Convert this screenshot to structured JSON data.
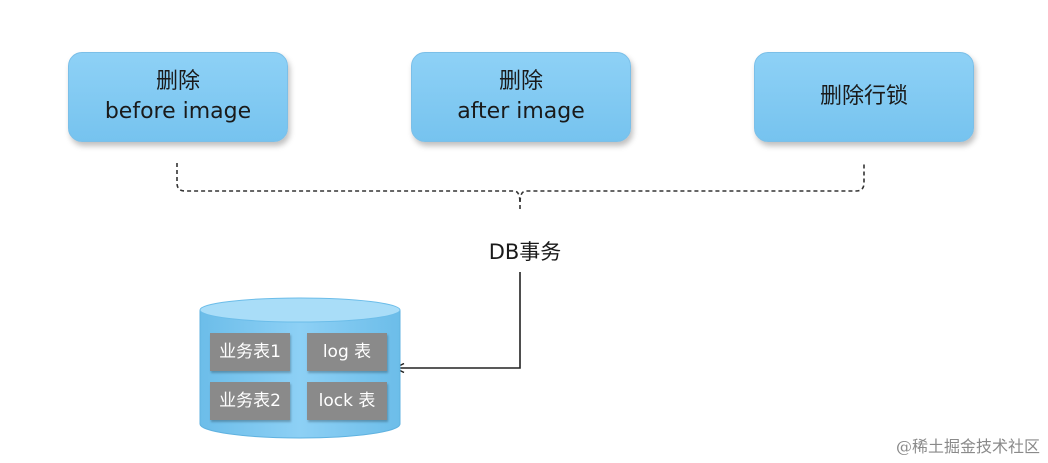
{
  "steps": [
    {
      "line1": "删除",
      "line2": "before image"
    },
    {
      "line1": "删除",
      "line2": "after image"
    },
    {
      "line1": "删除行锁",
      "line2": ""
    }
  ],
  "transaction_label": "DB事务",
  "database": {
    "tables": [
      "业务表1",
      "log 表",
      "业务表2",
      "lock 表"
    ]
  },
  "watermark": "@稀土掘金技术社区",
  "colors": {
    "box_fill": "#8ed1f6",
    "tile_fill": "#8a8a8a",
    "cylinder_fill": "#7fc8ef"
  }
}
